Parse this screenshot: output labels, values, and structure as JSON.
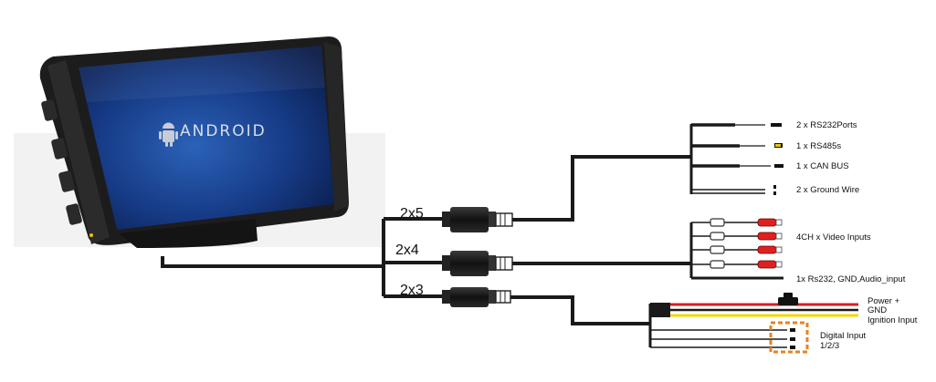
{
  "screen": {
    "logo_text": "ANDROID"
  },
  "connectors": {
    "c1": "2x5",
    "c2": "2x4",
    "c3": "2x3"
  },
  "outputs": {
    "rs232": "2 x RS232Ports",
    "rs485": "1 x RS485s",
    "can": "1 x CAN BUS",
    "ground": "2 x Ground Wire",
    "video": "4CH x  Video Inputs",
    "rs232_gnd_audio": "1x Rs232, GND,Audio_input",
    "power": "Power +",
    "gnd": "GND",
    "ignition": "Ignition Input",
    "digital_1": "Digital Input",
    "digital_2": "1/2/3"
  },
  "colors": {
    "cable": "#1a1a1a",
    "power_wire": "#d81e1e",
    "ignition_wire": "#f2d800",
    "digital_highlight": "#e8821e",
    "rca_red": "#e02020",
    "screen_blue": "#1a3f8c"
  }
}
